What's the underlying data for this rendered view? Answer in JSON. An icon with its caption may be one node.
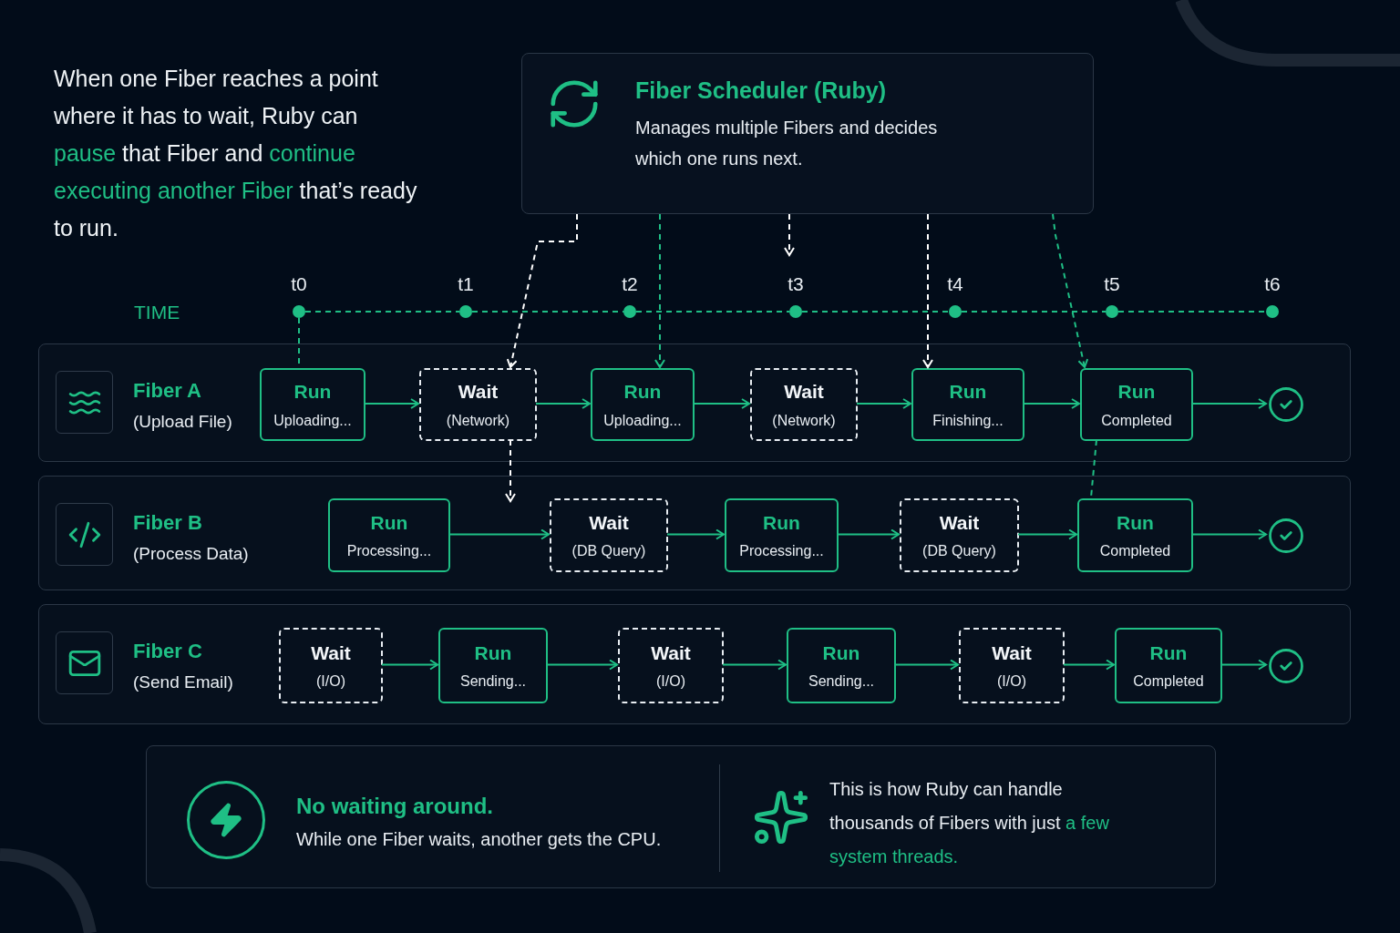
{
  "diagram": {
    "nodes": [
      {
        "text": [
          "Fiber Scheduler (Ruby)",
          "Manages multiple Fibers and decides which one runs next."
        ]
      },
      {
        "text": [
          "t0"
        ]
      },
      {
        "text": [
          "t1"
        ]
      },
      {
        "text": [
          "t2"
        ]
      },
      {
        "text": [
          "t3"
        ]
      },
      {
        "text": [
          "t4"
        ]
      },
      {
        "text": [
          "t5"
        ]
      },
      {
        "text": [
          "t6"
        ]
      },
      {
        "text": [
          "Fiber A",
          "(Upload File)"
        ]
      },
      {
        "text": [
          "Run",
          "Uploading..."
        ],
        "in": 8
      },
      {
        "text": [
          "Wait",
          "(Network)"
        ],
        "in": 8
      },
      {
        "text": [
          "Run",
          "Uploading..."
        ],
        "in": 8
      },
      {
        "text": [
          "Wait",
          "(Network)"
        ],
        "in": 8
      },
      {
        "text": [
          "Run",
          "Finishing..."
        ],
        "in": 8
      },
      {
        "text": [
          "Run",
          "Completed"
        ],
        "in": 8
      },
      {
        "text": [],
        "shape": "circle",
        "in": 8
      },
      {
        "text": [
          "Fiber B",
          "(Process Data)"
        ]
      },
      {
        "text": [
          "Run",
          "Processing..."
        ],
        "in": 16
      },
      {
        "text": [
          "Wait",
          "(DB Query)"
        ],
        "in": 16
      },
      {
        "text": [
          "Run",
          "Processing..."
        ],
        "in": 16
      },
      {
        "text": [
          "Wait",
          "(DB Query)"
        ],
        "in": 16
      },
      {
        "text": [
          "Run",
          "Completed"
        ],
        "in": 16
      },
      {
        "text": [],
        "shape": "circle",
        "in": 16
      },
      {
        "text": [
          "Fiber C",
          "(Send Email)"
        ]
      },
      {
        "text": [
          "Wait",
          "(I/O)"
        ],
        "in": 23
      },
      {
        "text": [
          "Run",
          "Sending..."
        ],
        "in": 23
      },
      {
        "text": [
          "Wait",
          "(I/O)"
        ],
        "in": 23
      },
      {
        "text": [
          "Run",
          "Sending..."
        ],
        "in": 23
      },
      {
        "text": [
          "Wait",
          "(I/O)"
        ],
        "in": 23
      },
      {
        "text": [
          "Run",
          "Completed"
        ],
        "in": 23
      },
      {
        "text": [],
        "shape": "circle",
        "in": 23
      },
      {
        "text": [
          "No waiting around.",
          "While one Fiber waits, another gets the CPU.",
          "This is how Ruby can handle thousands of Fibers with just **a few system threads.**"
        ]
      }
    ],
    "edges": [
      {
        "from": 1,
        "to": 2,
        "arrow": "none",
        "style": "dashed"
      },
      {
        "from": 2,
        "to": 3,
        "arrow": "none",
        "style": "dashed"
      },
      {
        "from": 3,
        "to": 4,
        "arrow": "none",
        "style": "dashed"
      },
      {
        "from": 4,
        "to": 5,
        "arrow": "none",
        "style": "dashed"
      },
      {
        "from": 5,
        "to": 6,
        "arrow": "none",
        "style": "dashed"
      },
      {
        "from": 6,
        "to": 7,
        "arrow": "none",
        "style": "dashed"
      },
      {
        "from": 1,
        "to": 9,
        "arrow": "none",
        "style": "dashed"
      },
      {
        "from": 9,
        "to": 10,
        "arrow": "to"
      },
      {
        "from": 10,
        "to": 11,
        "arrow": "to"
      },
      {
        "from": 11,
        "to": 12,
        "arrow": "to"
      },
      {
        "from": 12,
        "to": 13,
        "arrow": "to"
      },
      {
        "from": 13,
        "to": 14,
        "arrow": "to"
      },
      {
        "from": 14,
        "to": 15,
        "arrow": "to"
      },
      {
        "from": 17,
        "to": 18,
        "arrow": "to"
      },
      {
        "from": 18,
        "to": 19,
        "arrow": "to"
      },
      {
        "from": 19,
        "to": 20,
        "arrow": "to"
      },
      {
        "from": 20,
        "to": 21,
        "arrow": "to"
      },
      {
        "from": 21,
        "to": 22,
        "arrow": "to"
      },
      {
        "from": 24,
        "to": 25,
        "arrow": "to"
      },
      {
        "from": 25,
        "to": 26,
        "arrow": "to"
      },
      {
        "from": 26,
        "to": 27,
        "arrow": "to"
      },
      {
        "from": 27,
        "to": 28,
        "arrow": "to"
      },
      {
        "from": 28,
        "to": 29,
        "arrow": "to"
      },
      {
        "from": 29,
        "to": 30,
        "arrow": "to"
      },
      {
        "from": 0,
        "to": 10,
        "arrow": "to",
        "style": "dashed",
        "color": "#ffffff"
      },
      {
        "from": 0,
        "to": 4,
        "arrow": "to",
        "style": "dashed",
        "color": "#ffffff"
      },
      {
        "from": 0,
        "to": 11,
        "arrow": "to",
        "style": "dashed"
      },
      {
        "from": 0,
        "to": 13,
        "arrow": "to",
        "style": "dashed",
        "color": "#ffffff"
      },
      {
        "from": 0,
        "to": 14,
        "arrow": "to",
        "style": "dashed"
      },
      {
        "from": 10,
        "to": 16,
        "arrow": "to",
        "style": "dashed",
        "color": "#ffffff"
      },
      {
        "from": 14,
        "to": 21,
        "arrow": "none",
        "style": "dashed"
      }
    ],
    "labels": [
      "When one Fiber reaches a point where it has to wait, Ruby can **pause** that Fiber and **continue executing another Fiber** that’s ready to run.",
      "TIME"
    ]
  }
}
